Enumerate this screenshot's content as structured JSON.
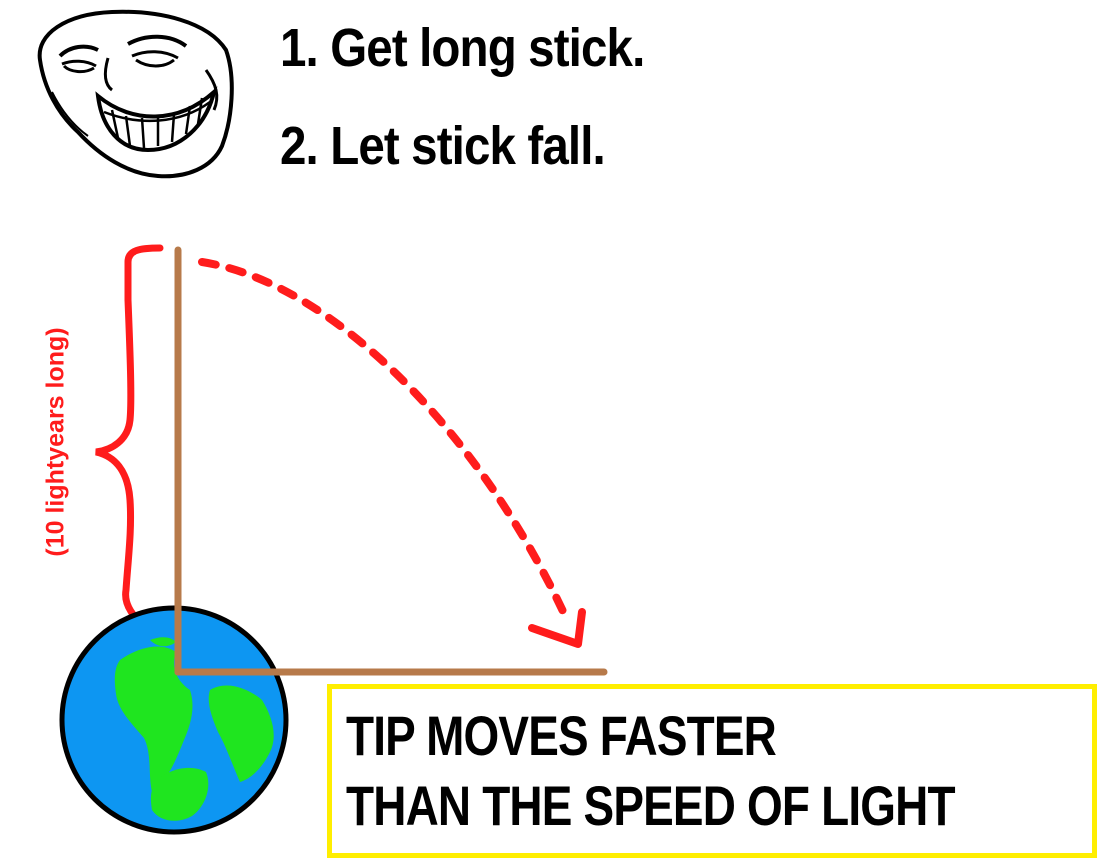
{
  "steps": [
    {
      "text": "1. Get long stick."
    },
    {
      "text": "2. Let stick fall."
    }
  ],
  "length_label": "(10 lightyears long)",
  "caption": {
    "line1": "TIP MOVES FASTER",
    "line2": "THAN THE SPEED OF LIGHT"
  },
  "colors": {
    "stick": "#b77a4a",
    "arc": "#ff1c1c",
    "ocean": "#0d96f2",
    "land": "#1fe51f",
    "caption_border": "#ffee00"
  },
  "icons": {
    "face": "troll-face-icon",
    "planet": "earth-globe-icon"
  }
}
